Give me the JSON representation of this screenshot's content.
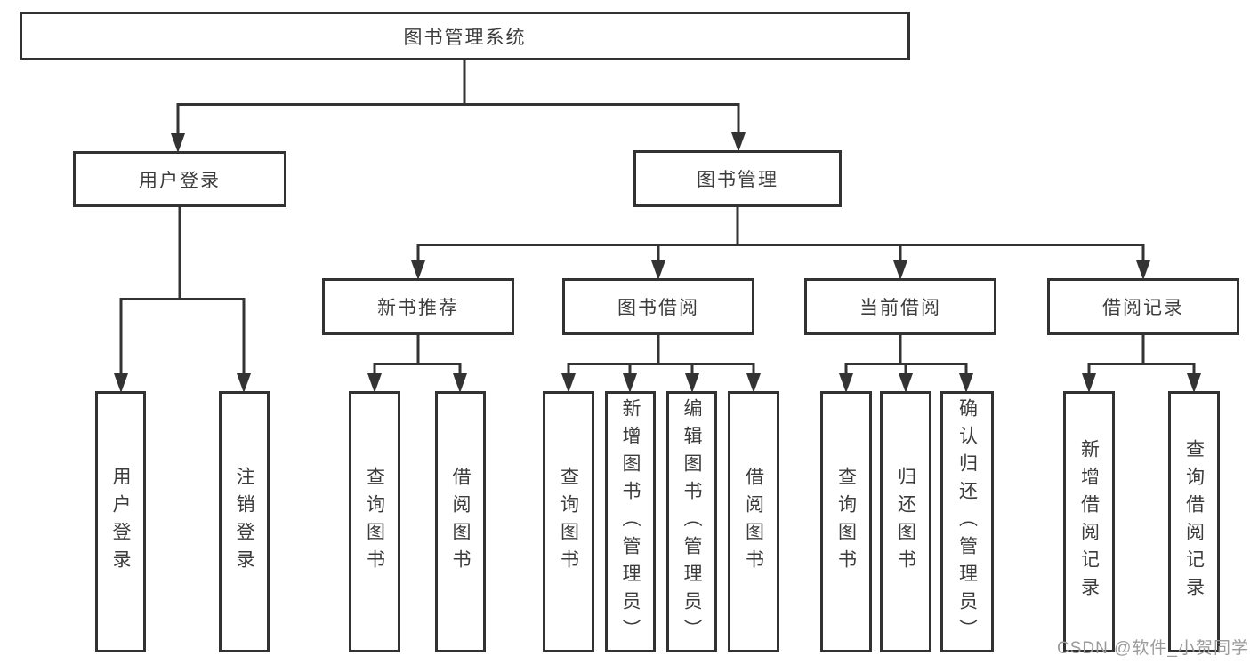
{
  "diagram": {
    "title": "图书管理系统",
    "type": "hierarchy-tree",
    "colors": {
      "line": "#333333",
      "box_border": "#323232",
      "box_fill": "#ffffff",
      "text": "#3c3c3c",
      "background": "#ffffff",
      "watermark": "#9b9b9b"
    }
  },
  "nodes": {
    "root": {
      "label": "图书管理系统"
    },
    "user_login_branch": {
      "label": "用户登录"
    },
    "book_management": {
      "label": "图书管理"
    },
    "new_book_recommend": {
      "label": "新书推荐"
    },
    "book_borrowing": {
      "label": "图书借阅"
    },
    "current_borrowing": {
      "label": "当前借阅"
    },
    "borrowing_records": {
      "label": "借阅记录"
    },
    "user_login_leaf": {
      "label": "用户登录"
    },
    "logout_leaf": {
      "label": "注销登录"
    },
    "search_books_recommend": {
      "label": "查询图书"
    },
    "borrow_books_recommend": {
      "label": "借阅图书"
    },
    "search_books_borrowing": {
      "label": "查询图书"
    },
    "add_books_admin": {
      "label": "新增图书（管理员）"
    },
    "edit_books_admin": {
      "label": "编辑图书（管理员）"
    },
    "borrow_books_borrowing": {
      "label": "借阅图书"
    },
    "search_books_current": {
      "label": "查询图书"
    },
    "return_books": {
      "label": "归还图书"
    },
    "confirm_return_admin": {
      "label": "确认归还（管理员）"
    },
    "add_borrow_record": {
      "label": "新增借阅记录"
    },
    "search_borrow_record": {
      "label": "查询借阅记录"
    }
  },
  "edges": [
    {
      "from": "root",
      "to": [
        "user_login_branch",
        "book_management"
      ]
    },
    {
      "from": "user_login_branch",
      "to": [
        "user_login_leaf",
        "logout_leaf"
      ]
    },
    {
      "from": "book_management",
      "to": [
        "new_book_recommend",
        "book_borrowing",
        "current_borrowing",
        "borrowing_records"
      ]
    },
    {
      "from": "new_book_recommend",
      "to": [
        "search_books_recommend",
        "borrow_books_recommend"
      ]
    },
    {
      "from": "book_borrowing",
      "to": [
        "search_books_borrowing",
        "add_books_admin",
        "edit_books_admin",
        "borrow_books_borrowing"
      ]
    },
    {
      "from": "current_borrowing",
      "to": [
        "search_books_current",
        "return_books",
        "confirm_return_admin"
      ]
    },
    {
      "from": "borrowing_records",
      "to": [
        "add_borrow_record",
        "search_borrow_record"
      ]
    }
  ],
  "watermark": {
    "text": "CSDN @软件_小贺同学"
  }
}
